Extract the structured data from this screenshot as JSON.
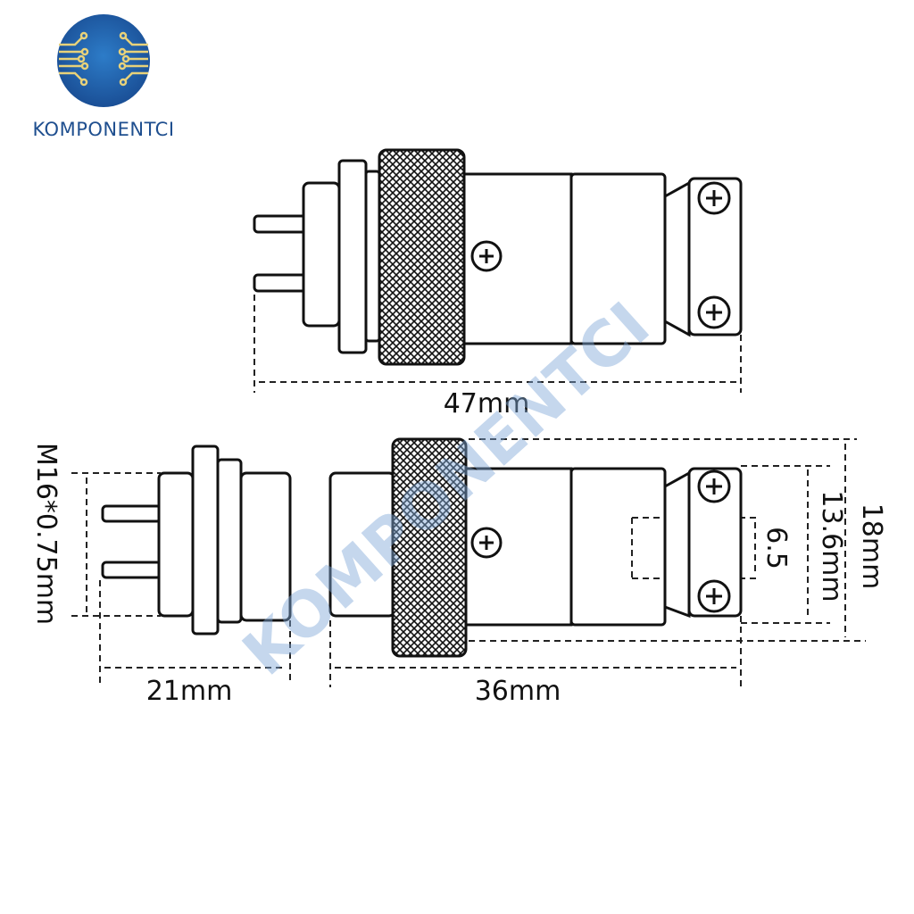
{
  "logo": {
    "text": "KOMPONENTCI",
    "colors": {
      "circle": "#1f5fa8",
      "traces": "#e8d27a",
      "text": "#1f4f8f"
    }
  },
  "watermark": {
    "text": "KOMPONENTCI",
    "color": "#7fa8d8"
  },
  "dimensions": {
    "plug_total_length": "47mm",
    "thread": "M16*0.75mm",
    "socket_length": "21mm",
    "plug_length": "36mm",
    "outer_diameter": "18mm",
    "body_diameter": "13.6mm",
    "cable_hole": "6.5"
  }
}
